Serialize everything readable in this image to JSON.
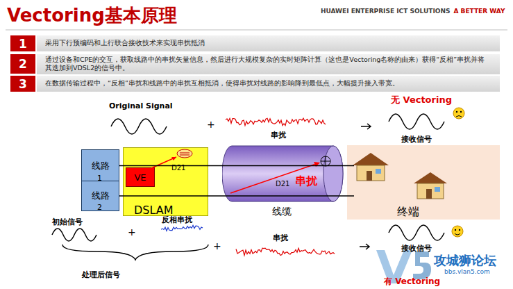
{
  "diagram": {
    "title": "Vectoring基本原理",
    "nodes": [
      {
        "text": [
          "1"
        ]
      },
      {
        "text": [
          "采用下行预编码和上行联合接收技术来实现串扰抵消"
        ]
      },
      {
        "text": [
          "2"
        ]
      },
      {
        "text": [
          "通过设备和CPE的交互，获取线路中的串扰矢量信息，然后进行大规模复杂的实时矩阵计算（这也是Vectoring名称的由来）获得“反相”串扰并将其迭加到VDSL2的信号中。"
        ]
      },
      {
        "text": [
          "3"
        ]
      },
      {
        "text": [
          "在数据传输过程中，“反相”串扰和线路中的串扰互相抵消，使得串扰对线路的影响降到最低点，大幅提升接入带宽。"
        ]
      },
      {
        "text": [
          "DSLAM"
        ]
      },
      {
        "text": [
          "线路",
          "1"
        ]
      },
      {
        "text": [
          "线路",
          "2"
        ]
      },
      {
        "text": [
          "VE"
        ],
        "in": 6
      },
      {
        "text": [
          "线缆"
        ]
      },
      {
        "text": [
          "终端"
        ]
      }
    ],
    "edges": [
      {
        "from": 7,
        "to": 11,
        "arrow": "none"
      },
      {
        "from": 8,
        "to": 11,
        "arrow": "none"
      }
    ],
    "labels": [
      "HUAWEI ENTERPRISE ICT SOLUTIONS",
      "A BETTER WAY",
      "Original Signal",
      "+",
      "串扰",
      "无 Vectoring",
      "接收信号",
      "D21",
      "D21",
      "串扰",
      "初始信号",
      "+",
      "反相串扰",
      "+",
      "串扰",
      "处理后信号",
      "接收信号",
      "有 Vectoring",
      "攻城狮论坛",
      "bbs.vlan5.com"
    ]
  }
}
